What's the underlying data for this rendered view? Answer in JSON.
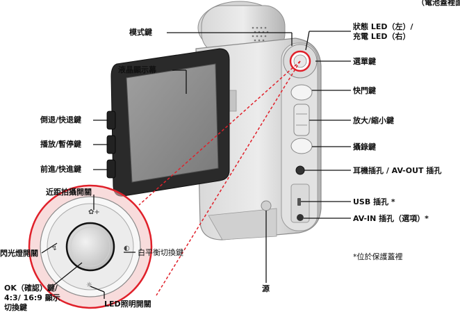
{
  "labels": {
    "top_cutoff": "（電池蓋裡面）",
    "mode_key": "模式鍵",
    "lcd_screen": "液晶顯示幕",
    "rewind": "倒退/快退鍵",
    "play_pause": "播放/暫停鍵",
    "forward": "前進/快進鍵",
    "macro_switch": "近距拍攝開關",
    "flash_switch": "閃光燈開關",
    "white_balance": "白平衡切換鍵",
    "ok_line1": "OK（確認）鍵/",
    "ok_line2": "4:3/ 16:9 顯示",
    "ok_line3": "切換鍵",
    "led_light": "LED照明開關",
    "power": "源",
    "status_led_line1": "狀態 LED（左）/",
    "status_led_line2": "充電 LED（右）",
    "menu_key": "選單鍵",
    "shutter": "快門鍵",
    "zoom": "放大/縮小鍵",
    "record": "攝錄鍵",
    "earphone": "耳機插孔 / AV-OUT 插孔",
    "usb": "USB 插孔 *",
    "av_in": "AV-IN 插孔（選項）*",
    "note": "*位於保護蓋裡"
  },
  "colors": {
    "accent_red": "#e0202a",
    "body_gray": "#c8c8c8",
    "screen_gray": "#8a8a8a"
  }
}
